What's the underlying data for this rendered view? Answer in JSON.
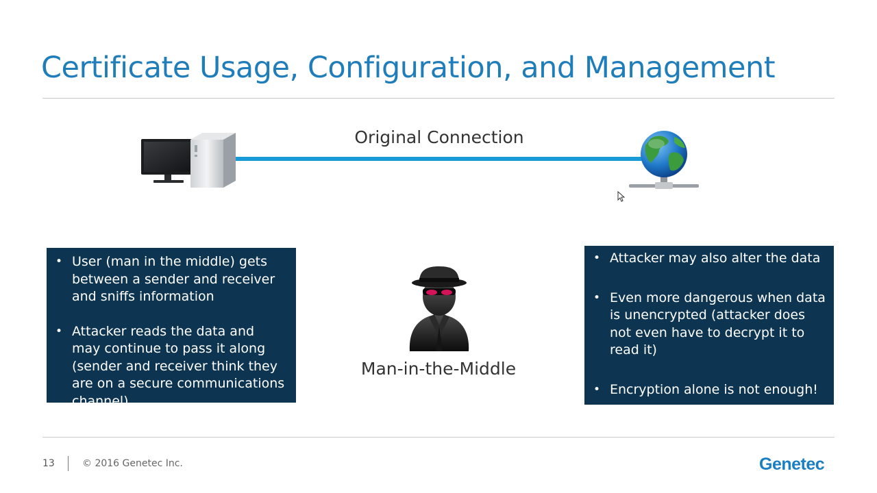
{
  "slide": {
    "title": "Certificate Usage, Configuration, and Management",
    "connection_label": "Original Connection",
    "mitm_label": "Man-in-the-Middle"
  },
  "left_box": {
    "bullets": [
      "User (man in the middle) gets between a sender and receiver and sniffs information",
      "Attacker reads the data and may continue to pass it along (sender and receiver think they are on a secure communications channel)"
    ]
  },
  "right_box": {
    "bullets": [
      "Attacker may also alter the data",
      "Even more dangerous when data is unencrypted (attacker does not even have to decrypt it to read it)",
      "Encryption alone is not enough!"
    ]
  },
  "footer": {
    "page_number": "13",
    "copyright": "© 2016 Genetec Inc.",
    "logo_text": "Genetec"
  },
  "icons": [
    "computer-icon",
    "globe-network-icon",
    "spy-icon",
    "mouse-cursor-icon"
  ],
  "colors": {
    "title": "#1f7dba",
    "connection_line": "#1b9ad8",
    "box_background": "#0d3551",
    "logo": "#1a7fc1"
  }
}
